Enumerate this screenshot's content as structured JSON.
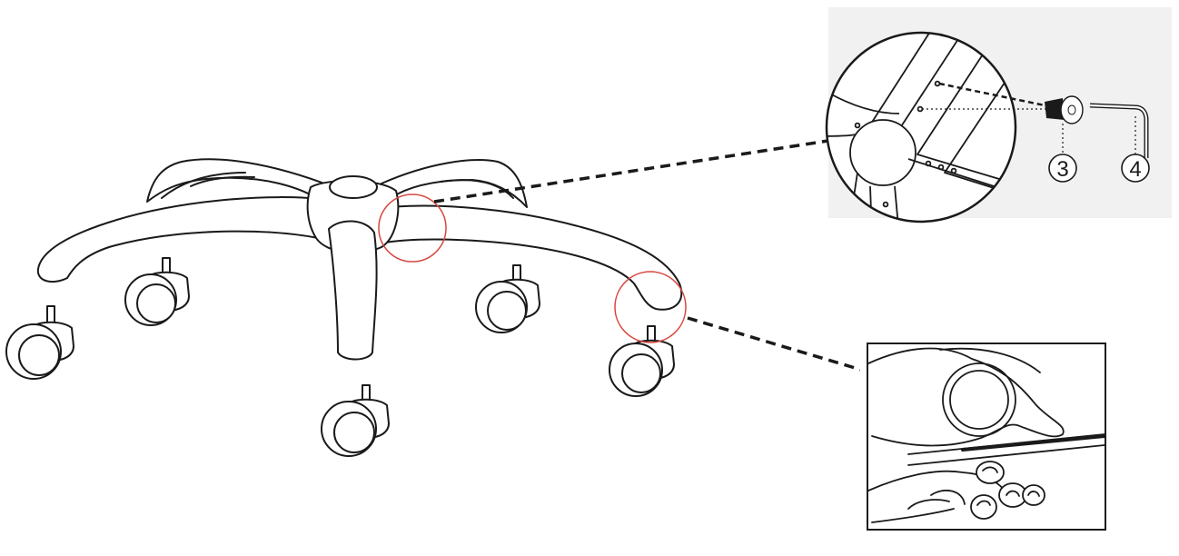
{
  "callouts": {
    "screw_part_number": "3",
    "wrench_part_number": "4"
  },
  "colors": {
    "line": "#1a1a1a",
    "highlight_circle": "#d9473f",
    "inset_background": "#f1f1f1",
    "inset_frame": "#333333",
    "background": "#ffffff"
  },
  "icons": {
    "chair_base": "five-star-chair-base",
    "caster": "caster-wheel",
    "screw": "hex-socket-screw",
    "wrench": "allen-key",
    "hand": "hand-pressing"
  }
}
